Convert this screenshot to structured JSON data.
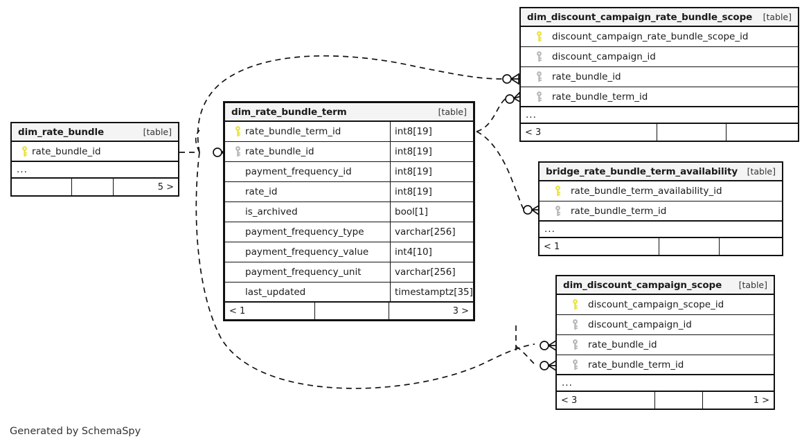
{
  "diagram": {
    "generator_note": "Generated by SchemaSpy",
    "table_tag": "[table]",
    "ellipsis": "...",
    "pk_icon": "yellow-key-icon",
    "fk_icon": "grey-key-icon",
    "pk_color": "#e8e13a",
    "fk_color": "#b5b5b5",
    "border_color": "#111111",
    "header_bg": "#f4f4f4"
  },
  "tables": {
    "dim_rate_bundle": {
      "name": "dim_rate_bundle",
      "tag": "[table]",
      "columns": [
        {
          "key": "pk",
          "name": "rate_bundle_id",
          "type": ""
        }
      ],
      "ellipsis": "...",
      "footer": {
        "left": "",
        "mid": "",
        "right": "5 >"
      }
    },
    "dim_rate_bundle_term": {
      "name": "dim_rate_bundle_term",
      "tag": "[table]",
      "columns": [
        {
          "key": "pk",
          "name": "rate_bundle_term_id",
          "type": "int8[19]"
        },
        {
          "key": "fk",
          "name": "rate_bundle_id",
          "type": "int8[19]"
        },
        {
          "key": "none",
          "name": "payment_frequency_id",
          "type": "int8[19]"
        },
        {
          "key": "none",
          "name": "rate_id",
          "type": "int8[19]"
        },
        {
          "key": "none",
          "name": "is_archived",
          "type": "bool[1]"
        },
        {
          "key": "none",
          "name": "payment_frequency_type",
          "type": "varchar[256]"
        },
        {
          "key": "none",
          "name": "payment_frequency_value",
          "type": "int4[10]"
        },
        {
          "key": "none",
          "name": "payment_frequency_unit",
          "type": "varchar[256]"
        },
        {
          "key": "none",
          "name": "last_updated",
          "type": "timestamptz[35]"
        }
      ],
      "footer": {
        "left": "< 1",
        "mid": "",
        "right": "3 >"
      }
    },
    "dim_discount_campaign_rate_bundle_scope": {
      "name": "dim_discount_campaign_rate_bundle_scope",
      "tag": "[table]",
      "columns": [
        {
          "key": "pk",
          "name": "discount_campaign_rate_bundle_scope_id",
          "type": ""
        },
        {
          "key": "fk",
          "name": "discount_campaign_id",
          "type": ""
        },
        {
          "key": "fk",
          "name": "rate_bundle_id",
          "type": ""
        },
        {
          "key": "fk",
          "name": "rate_bundle_term_id",
          "type": ""
        }
      ],
      "ellipsis": "...",
      "footer": {
        "left": "< 3",
        "mid": "",
        "right": ""
      }
    },
    "bridge_rate_bundle_term_availability": {
      "name": "bridge_rate_bundle_term_availability",
      "tag": "[table]",
      "columns": [
        {
          "key": "pk",
          "name": "rate_bundle_term_availability_id",
          "type": ""
        },
        {
          "key": "fk",
          "name": "rate_bundle_term_id",
          "type": ""
        }
      ],
      "ellipsis": "...",
      "footer": {
        "left": "< 1",
        "mid": "",
        "right": ""
      }
    },
    "dim_discount_campaign_scope": {
      "name": "dim_discount_campaign_scope",
      "tag": "[table]",
      "columns": [
        {
          "key": "pk",
          "name": "discount_campaign_scope_id",
          "type": ""
        },
        {
          "key": "fk",
          "name": "discount_campaign_id",
          "type": ""
        },
        {
          "key": "fk",
          "name": "rate_bundle_id",
          "type": ""
        },
        {
          "key": "fk",
          "name": "rate_bundle_term_id",
          "type": ""
        }
      ],
      "ellipsis": "...",
      "footer": {
        "left": "< 3",
        "mid": "",
        "right": "1 >"
      }
    }
  }
}
